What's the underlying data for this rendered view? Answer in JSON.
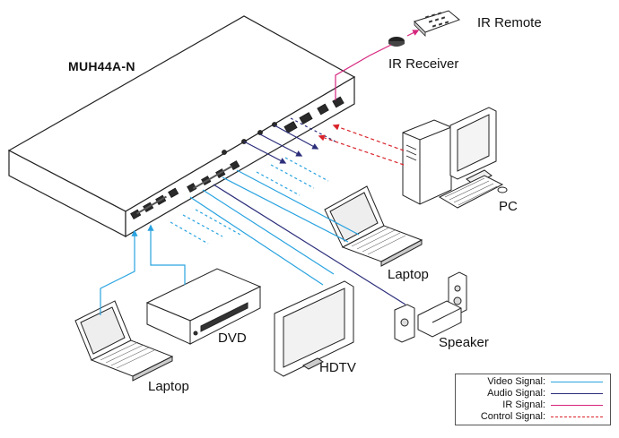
{
  "title": "MUH44A-N",
  "devices": {
    "ir_remote": "IR Remote",
    "ir_receiver": "IR Receiver",
    "pc": "PC",
    "laptop_right": "Laptop",
    "speaker": "Speaker",
    "hdtv": "HDTV",
    "dvd": "DVD",
    "laptop_left": "Laptop"
  },
  "legend": [
    {
      "label": "Video Signal:",
      "color": "#29a3e0",
      "style": "solid"
    },
    {
      "label": "Audio Signal:",
      "color": "#2b2d7a",
      "style": "solid"
    },
    {
      "label": "IR  Signal:",
      "color": "#d6257e",
      "style": "solid"
    },
    {
      "label": "Control  Signal:",
      "color": "#d9232a",
      "style": "dashed"
    }
  ],
  "colors": {
    "video": "#29a3e0",
    "audio": "#2b2d7a",
    "ir": "#d6257e",
    "control": "#d9232a"
  }
}
